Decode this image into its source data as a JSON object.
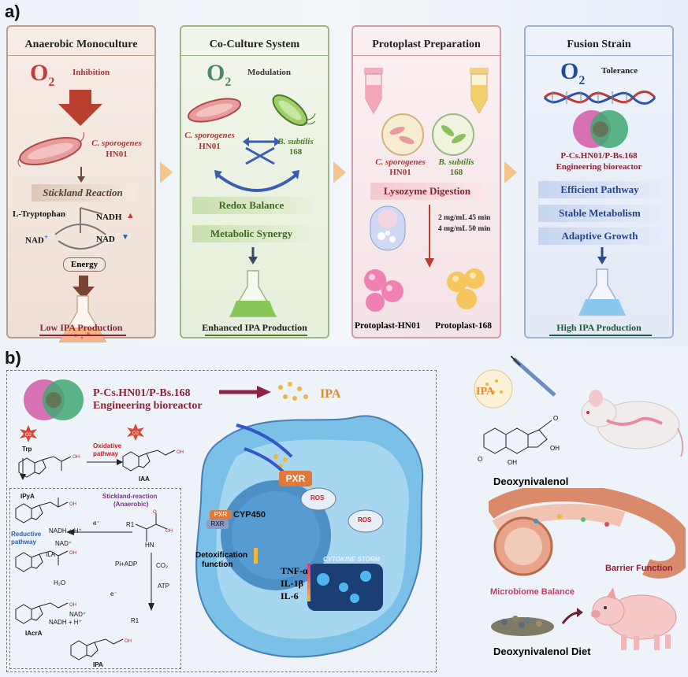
{
  "panel_a": {
    "label": "a)",
    "cards": [
      {
        "title": "Anaerobic Monoculture",
        "o2_label": "O",
        "o2_sub": "2",
        "o2_word": "Inhibition",
        "organism_line1": "C. sporogenes",
        "organism_line2": "HN01",
        "reaction": "Stickland Reaction",
        "substrate": "L-Tryptophan",
        "nadh": "NADH",
        "nad_left": "NAD",
        "nad_left_sup": "+",
        "nad_right": "NAD",
        "energy": "Energy",
        "bottom": "Low IPA Production"
      },
      {
        "title": "Co-Culture System",
        "o2_label": "O",
        "o2_sub": "2",
        "o2_word": "Modulation",
        "org1_line1": "C. sporogenes",
        "org1_line2": "HN01",
        "org2_line1": "B. subtilis",
        "org2_line2": "168",
        "bar1": "Redox Balance",
        "bar2": "Metabolic Synergy",
        "bottom": "Enhanced  IPA Production"
      },
      {
        "title": "Protoplast Preparation",
        "org1_line1": "C. sporogenes",
        "org1_line2": "HN01",
        "org2_line1": "B. subtilis",
        "org2_line2": "168",
        "bar": "Lysozyme Digestion",
        "cond1": "2 mg/mL 45 min",
        "cond2": "4 mg/mL 50 min",
        "proto1": "Protoplast-HN01",
        "proto2": "Protoplast-168"
      },
      {
        "title": "Fusion Strain",
        "o2_label": "O",
        "o2_sub": "2",
        "o2_word": "Tolerance",
        "strain": "P-Cs.HN01/P-Bs.168",
        "strain_sub": "Engineering bioreactor",
        "bar1": "Efficient Pathway",
        "bar2": "Stable Metabolism",
        "bar3": "Adaptive Growth",
        "bottom": "High IPA Production"
      }
    ]
  },
  "panel_b": {
    "label": "b)",
    "bioreactor_line1": "P-Cs.HN01/P-Bs.168",
    "bioreactor_line2": "Engineering bioreactor",
    "ipa": "IPA",
    "pathway": {
      "o2": "O2",
      "trp": "Trp",
      "oxidative": "Oxidative",
      "pathway_word": "pathway",
      "iaa": "IAA",
      "ipya": "IPyA",
      "stickland": "Stickland-reaction",
      "anaerobic": "(Anaerobic)",
      "reductive": "Reductive",
      "reductive2": "pathway",
      "nadh_h": "NADH + H⁺",
      "nad": "NAD⁺",
      "ila": "ILA",
      "h2o": "H₂O",
      "iacra": "IAcrA",
      "ipa2": "IPA",
      "pi_adp": "Pi+ADP",
      "co2": "CO₂",
      "atp": "ATP",
      "r1a": "R1",
      "r1b": "R1",
      "hn": "HN",
      "eminus": "e⁻"
    },
    "cell": {
      "pxr": "PXR",
      "pxr_small": "PXR",
      "rxr": "RXR",
      "cyp": "CYP450",
      "ros1": "ROS",
      "ros2": "ROS",
      "detox1": "Detoxification",
      "detox2": "function",
      "tnf": "TNF-α",
      "il1": "IL-1β",
      "il6": "IL-6",
      "storm": "CYTOKINE STORM"
    },
    "right": {
      "ipa": "IPA",
      "don": "Deoxynivalenol",
      "barrier": "Barrier Function",
      "microbiome": "Microbiome Balance",
      "diet": "Deoxynivalenol Diet"
    }
  },
  "colors": {
    "o2_red": "#c83a3a",
    "o2_green": "#4b8a6a",
    "o2_blue": "#1e4f97",
    "accent_orange": "#f2c58a",
    "text_dark_red": "#8a2335",
    "text_blue": "#24468c"
  }
}
